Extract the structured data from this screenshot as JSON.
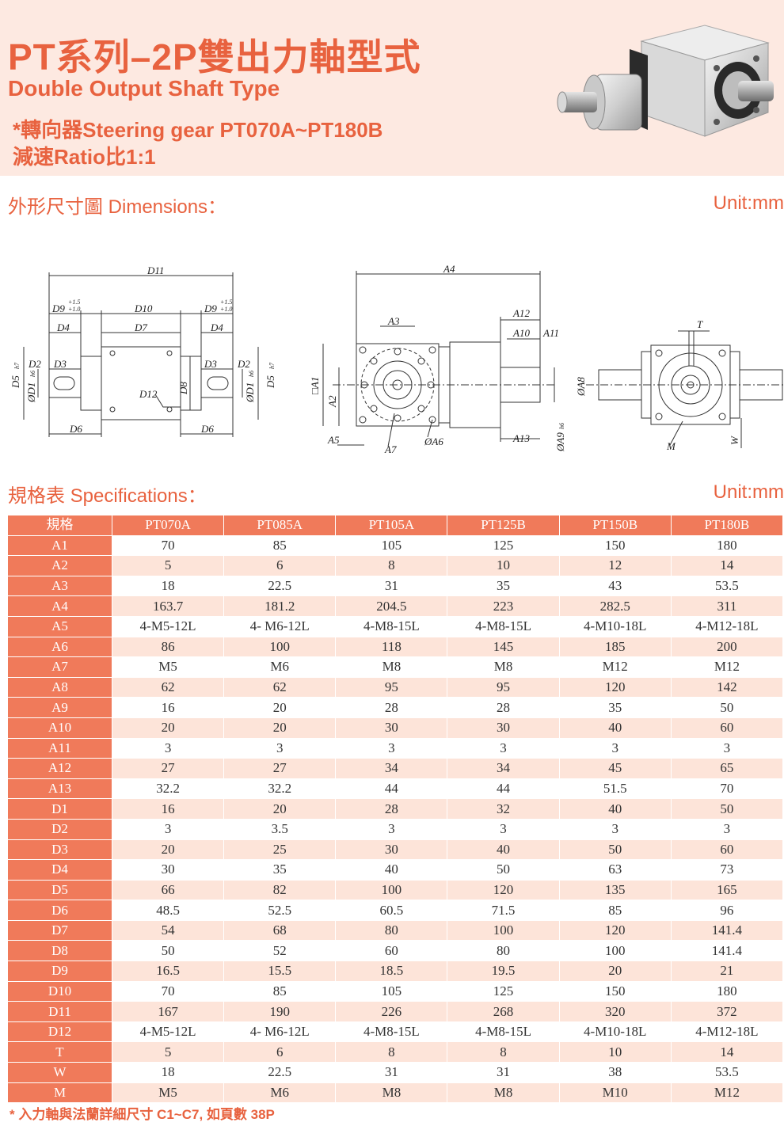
{
  "header": {
    "title": "PT系列–2P雙出力軸型式",
    "subtitle": "Double Output Shaft Type",
    "line1": "*轉向器Steering gear PT070A~PT180B",
    "line2": "減速Ratio比1:1"
  },
  "dimensions": {
    "title": "外形尺寸圖 Dimensions：",
    "unit": "Unit:mm",
    "labels": {
      "d11": "D11",
      "d9": "D9",
      "d9_tol_hi": "+1.5",
      "d9_tol_lo": "+1.0",
      "d10": "D10",
      "d4": "D4",
      "d7": "D7",
      "d2": "D2",
      "d3": "D3",
      "d5": "D5",
      "h7": "h7",
      "d1": "ØD1",
      "h6": "h6",
      "d12": "D12",
      "d8": "D8",
      "d6": "D6",
      "a4": "A4",
      "a12": "A12",
      "a3": "A3",
      "a10": "A10",
      "a11": "A11",
      "a1": "□A1",
      "a2": "A2",
      "a8": "ØA8",
      "a5": "A5",
      "a7": "A7",
      "a6": "ØA6",
      "a13": "A13",
      "a9": "ØA9",
      "t": "T",
      "m": "M",
      "w": "W"
    }
  },
  "specifications": {
    "title": "規格表 Specifications：",
    "unit": "Unit:mm",
    "columns": [
      "規格",
      "PT070A",
      "PT085A",
      "PT105A",
      "PT125B",
      "PT150B",
      "PT180B"
    ],
    "rows": [
      [
        "A1",
        "70",
        "85",
        "105",
        "125",
        "150",
        "180"
      ],
      [
        "A2",
        "5",
        "6",
        "8",
        "10",
        "12",
        "14"
      ],
      [
        "A3",
        "18",
        "22.5",
        "31",
        "35",
        "43",
        "53.5"
      ],
      [
        "A4",
        "163.7",
        "181.2",
        "204.5",
        "223",
        "282.5",
        "311"
      ],
      [
        "A5",
        "4-M5-12L",
        "4- M6-12L",
        "4-M8-15L",
        "4-M8-15L",
        "4-M10-18L",
        "4-M12-18L"
      ],
      [
        "A6",
        "86",
        "100",
        "118",
        "145",
        "185",
        "200"
      ],
      [
        "A7",
        "M5",
        "M6",
        "M8",
        "M8",
        "M12",
        "M12"
      ],
      [
        "A8",
        "62",
        "62",
        "95",
        "95",
        "120",
        "142"
      ],
      [
        "A9",
        "16",
        "20",
        "28",
        "28",
        "35",
        "50"
      ],
      [
        "A10",
        "20",
        "20",
        "30",
        "30",
        "40",
        "60"
      ],
      [
        "A11",
        "3",
        "3",
        "3",
        "3",
        "3",
        "3"
      ],
      [
        "A12",
        "27",
        "27",
        "34",
        "34",
        "45",
        "65"
      ],
      [
        "A13",
        "32.2",
        "32.2",
        "44",
        "44",
        "51.5",
        "70"
      ],
      [
        "D1",
        "16",
        "20",
        "28",
        "32",
        "40",
        "50"
      ],
      [
        "D2",
        "3",
        "3.5",
        "3",
        "3",
        "3",
        "3"
      ],
      [
        "D3",
        "20",
        "25",
        "30",
        "40",
        "50",
        "60"
      ],
      [
        "D4",
        "30",
        "35",
        "40",
        "50",
        "63",
        "73"
      ],
      [
        "D5",
        "66",
        "82",
        "100",
        "120",
        "135",
        "165"
      ],
      [
        "D6",
        "48.5",
        "52.5",
        "60.5",
        "71.5",
        "85",
        "96"
      ],
      [
        "D7",
        "54",
        "68",
        "80",
        "100",
        "120",
        "141.4"
      ],
      [
        "D8",
        "50",
        "52",
        "60",
        "80",
        "100",
        "141.4"
      ],
      [
        "D9",
        "16.5",
        "15.5",
        "18.5",
        "19.5",
        "20",
        "21"
      ],
      [
        "D10",
        "70",
        "85",
        "105",
        "125",
        "150",
        "180"
      ],
      [
        "D11",
        "167",
        "190",
        "226",
        "268",
        "320",
        "372"
      ],
      [
        "D12",
        "4-M5-12L",
        "4- M6-12L",
        "4-M8-15L",
        "4-M8-15L",
        "4-M10-18L",
        "4-M12-18L"
      ],
      [
        "T",
        "5",
        "6",
        "8",
        "8",
        "10",
        "14"
      ],
      [
        "W",
        "18",
        "22.5",
        "31",
        "31",
        "38",
        "53.5"
      ],
      [
        "M",
        "M5",
        "M6",
        "M8",
        "M8",
        "M10",
        "M12"
      ]
    ]
  },
  "footnote": "* 入力軸與法蘭詳細尺寸 C1~C7, 如頁數 38P",
  "colors": {
    "accent": "#e8623f",
    "header_bg": "#fde9e1",
    "table_head": "#f07a5a",
    "row_alt": "#fde4d9"
  },
  "icons": {
    "product_image": "steering-gearbox-photo"
  }
}
